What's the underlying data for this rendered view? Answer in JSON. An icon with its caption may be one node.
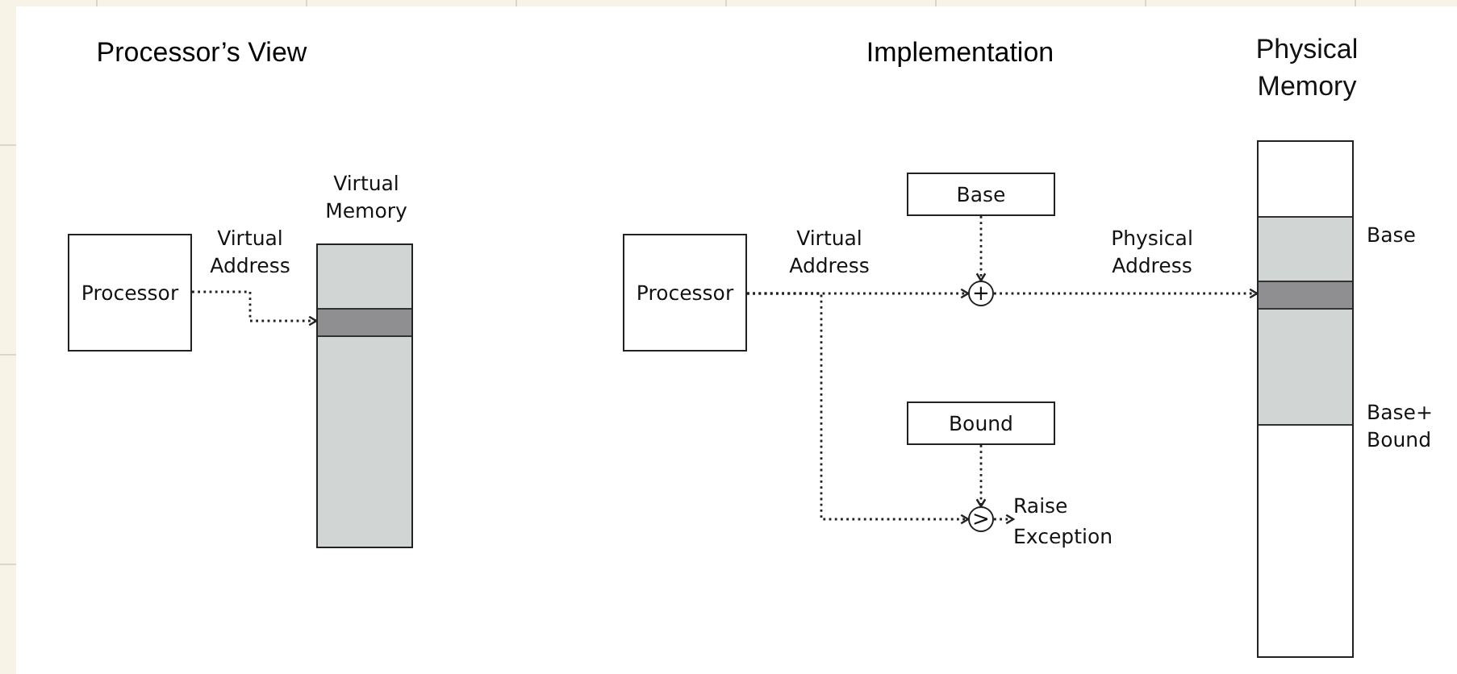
{
  "diagram": {
    "nodes": [
      {
        "text": [
          "Processor"
        ]
      },
      {
        "text": [
          "Virtual Memory"
        ]
      },
      {
        "text": [
          "Processor"
        ]
      },
      {
        "text": [
          "Base"
        ]
      },
      {
        "text": [
          "+"
        ]
      },
      {
        "text": [
          "Bound"
        ]
      },
      {
        "text": [
          ">"
        ]
      },
      {
        "text": [
          "Raise Exception"
        ]
      },
      {
        "text": [
          "Physical Memory"
        ],
        "beside": [
          "Base",
          "Base+ Bound"
        ]
      }
    ],
    "edges": [
      {
        "from": 0,
        "to": 1,
        "arrow": "to",
        "label": "Virtual Address"
      },
      {
        "from": 2,
        "to": 4,
        "arrow": "to",
        "label": "Virtual Address"
      },
      {
        "from": 3,
        "to": 4,
        "arrow": "to"
      },
      {
        "from": 4,
        "to": 8,
        "arrow": "to",
        "label": "Physical Address"
      },
      {
        "from": 2,
        "to": 6,
        "arrow": "to"
      },
      {
        "from": 5,
        "to": 6,
        "arrow": "to"
      },
      {
        "from": 6,
        "to": 7,
        "arrow": "to"
      }
    ],
    "labels": [
      "Processor’s View",
      "Implementation"
    ]
  }
}
